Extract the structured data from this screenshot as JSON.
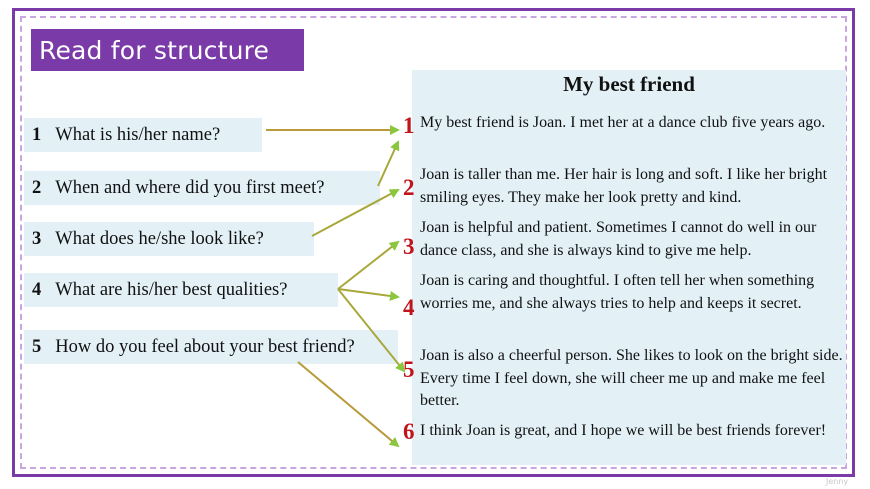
{
  "title": "Read for structure",
  "questions": [
    {
      "num": "1",
      "text": "What is his/her name?"
    },
    {
      "num": "2",
      "text": "When and where did you first meet?"
    },
    {
      "num": "3",
      "text": "What does he/she look like?"
    },
    {
      "num": "4",
      "text": "What are his/her best qualities?"
    },
    {
      "num": "5",
      "text": "How do you feel about your best friend?"
    }
  ],
  "passage": {
    "title": "My best friend",
    "paragraphs": [
      {
        "num": "1",
        "text": "My best friend is Joan. I met her at a dance club five years ago."
      },
      {
        "num": "2",
        "text": "Joan is taller than me. Her hair is long and soft. I like her bright smiling eyes. They make her look pretty and kind."
      },
      {
        "num": "3",
        "text": "Joan is helpful and patient. Sometimes I cannot do well in our dance class, and she is always kind to give me help."
      },
      {
        "num": "4",
        "text": "Joan is caring and thoughtful. I often tell her when something worries me, and she always tries to help and keeps it secret."
      },
      {
        "num": "5",
        "text": "Joan is also a cheerful person. She likes to look on the bright side. Every time I feel down, she will cheer me up and make me feel better."
      },
      {
        "num": "6",
        "text": "I think Joan is great, and I hope we will be best friends forever!"
      }
    ]
  },
  "watermark": "Jenny",
  "colors": {
    "accent": "#7a3aa8",
    "panel": "#e3f1f7",
    "number_red": "#c0141c",
    "arrow_start": "#c8702a",
    "arrow_end": "#8cc63f"
  }
}
